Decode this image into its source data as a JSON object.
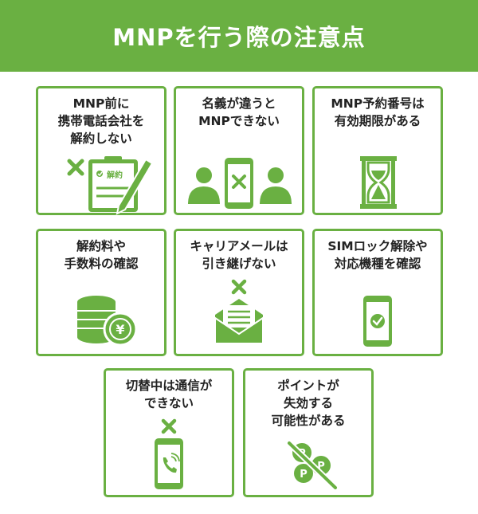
{
  "header": {
    "title": "MNPを行う際の注意点"
  },
  "colors": {
    "accent": "#6ab042"
  },
  "cards": [
    {
      "label": "MNP前に\n携帯電話会社を\n解約しない",
      "icon": "cancel-contract-icon",
      "icon_text": "解約"
    },
    {
      "label": "名義が違うと\nMNPできない",
      "icon": "different-owner-icon"
    },
    {
      "label": "MNP予約番号は\n有効期限がある",
      "icon": "hourglass-icon"
    },
    {
      "label": "解約料や\n手数料の確認",
      "icon": "coins-yen-icon",
      "icon_text": "¥"
    },
    {
      "label": "キャリアメールは\n引き継げない",
      "icon": "mail-cross-icon"
    },
    {
      "label": "SIMロック解除や\n対応機種を確認",
      "icon": "smartphone-check-icon"
    },
    {
      "label": "切替中は通信が\nできない",
      "icon": "phone-call-cross-icon"
    },
    {
      "label": "ポイントが\n失効する\n可能性がある",
      "icon": "points-expire-icon",
      "icon_text": "P"
    }
  ]
}
